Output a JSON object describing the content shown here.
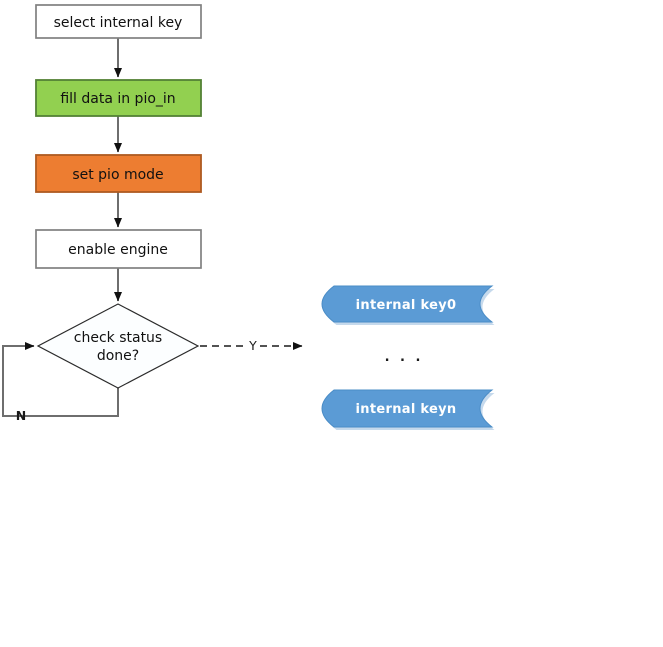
{
  "flowchart": {
    "steps": [
      {
        "label": "select internal key"
      },
      {
        "label": "fill data in pio_in"
      },
      {
        "label": "set pio mode"
      },
      {
        "label": "enable engine"
      }
    ],
    "decision": {
      "line1": "check status",
      "line2": "done?"
    },
    "branches": {
      "yes": "Y",
      "no": "N"
    },
    "ellipsis": ". . .",
    "stored_data": [
      {
        "label": "internal key0"
      },
      {
        "label": "internal keyn"
      }
    ],
    "colors": {
      "process_fill_green": "#92D050",
      "process_border_green": "#538135",
      "process_fill_orange": "#ED7D31",
      "process_border_orange": "#AE5A21",
      "stored_fill_blue": "#5B9BD5",
      "connector_gray": "#6E6E6E",
      "box_border_gray": "#808080"
    }
  }
}
